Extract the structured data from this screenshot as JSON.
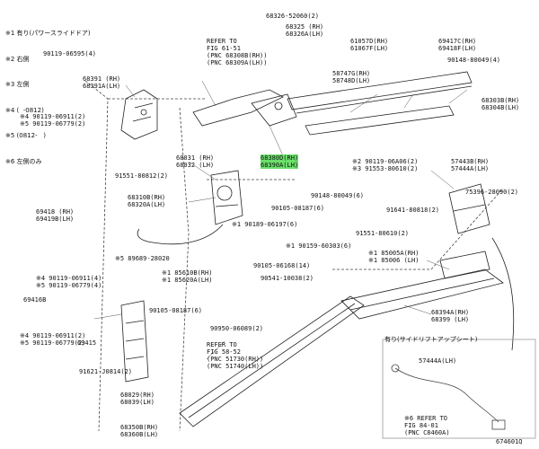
{
  "legend": [
    "※1 有り(パワースライドドア)",
    "※2 右側",
    "※3 左側",
    "※4 (  -0812)",
    "※5 (0812-   )",
    "※6 左側のみ"
  ],
  "labels": {
    "p90119_06595": "90119-06595(4)",
    "p68326": "68326-52060(2)",
    "p68325": "68325 (RH)\n68326A(LH)",
    "refer_61_51": "REFER TO\nFIG 61-51\n(PNC 68308B(RH))\n(PNC 68309A(LH))",
    "p61057": "61057D(RH)\n61067F(LH)",
    "p69417": "69417C(RH)\n69418F(LH)",
    "p90148_top": "90148-80049(4)",
    "p68391": "68391 (RH)\n68391A(LH)",
    "p58747": "58747G(RH)\n58748D(LH)",
    "p68303": "68303B(RH)\n68304B(LH)",
    "p90119_06911_top": "※4 90119-06911(2)\n※5 90119-06779(2)",
    "p68380": "68380D(RH)\n68390A(LH)",
    "p68031": "68031 (RH)\n68032 (LH)",
    "p91551_80812": "91551-80812(2)",
    "p90119_06a06": "※2 90119-06A06(2)\n※3 91553-80610(2)",
    "p57443": "57443B(RH)\n57444A(LH)",
    "p69418": "69418 (RH)\n69419B(LH)",
    "p68310": "68310B(RH)\n68320A(LH)",
    "p90148_mid": "90148-80049(6)",
    "p90105_08187_top": "90105-08187(6)",
    "p75396": "75396-28090(2)",
    "p91641": "91641-80818(2)",
    "p90189": "※1 90189-06197(6)",
    "p91551_80610": "91551-80610(2)",
    "p90159": "※1 90159-60303(6)",
    "p89689": "※5 89689-28020",
    "p85005": "※1 85005A(RH)\n※1 85006 (LH)",
    "p90105_06168": "90105-06168(14)",
    "p85610": "※1 85610B(RH)\n※1 85620A(LH)",
    "p90119_06911_mid": "※4 90119-06911(4)\n※5 90119-06779(4)",
    "p90541": "90541-10038(2)",
    "p69416": "69416B",
    "p90105_08187_mid": "90105-08187(6)",
    "p68394": "68394A(RH)\n68399 (LH)",
    "p90950": "90950-06089(2)",
    "p90119_06911_bot": "※4 90119-06911(2)\n※5 90119-06779(2)",
    "p69415": "69415",
    "sliding_sheet": "有り(サイドリフトアップシート)",
    "refer_58_52": "REFER TO\nFIG 58-52\n(PNC 51730(RH))\n(PNC 51740(LH))",
    "p57444A": "57444A(LH)",
    "p91621": "91621-J0814(2)",
    "p68029": "68029(RH)\n68039(LH)",
    "p68350": "68350B(RH)\n68360B(LH)",
    "refer_84_01": "※6 REFER TO\nFIG 84-01\n(PNC C8460A)",
    "diagram_id": "674601Q"
  },
  "highlight_color": "#6be06b"
}
